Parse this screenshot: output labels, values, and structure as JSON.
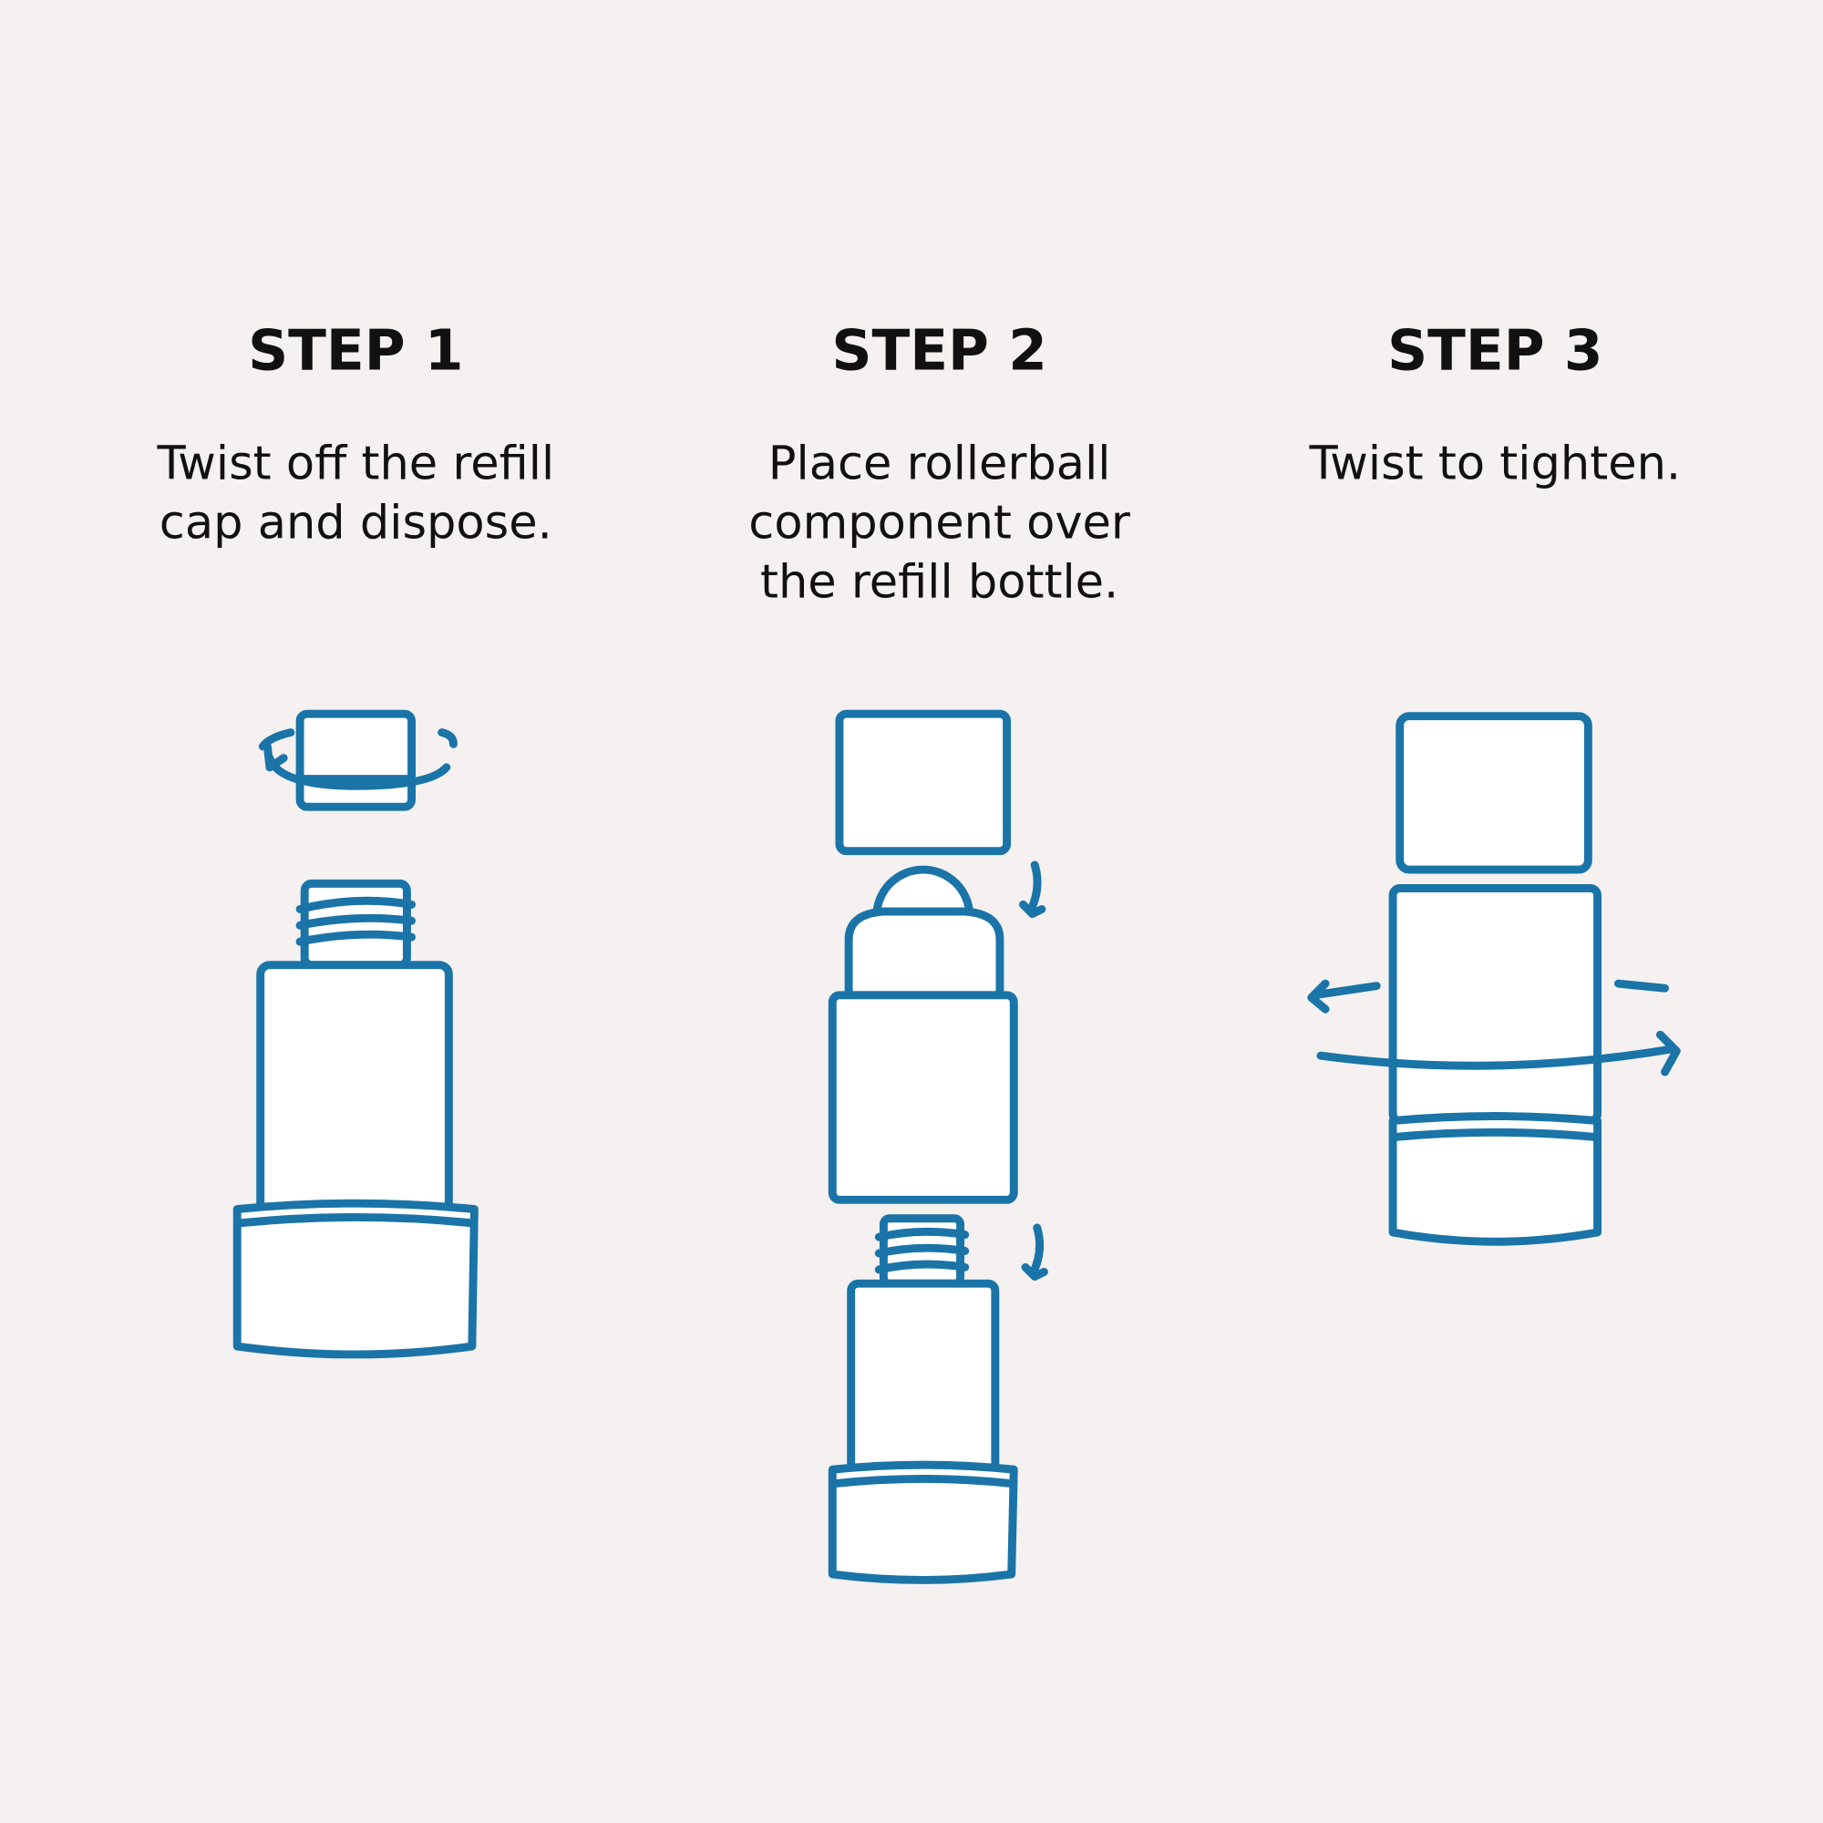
{
  "steps": [
    {
      "title": "STEP 1",
      "lines": [
        "Twist off the refill",
        "cap and dispose."
      ]
    },
    {
      "title": "STEP 2",
      "lines": [
        "Place rollerball",
        "component over",
        "the refill bottle."
      ]
    },
    {
      "title": "STEP 3",
      "lines": [
        "Twist to tighten."
      ]
    }
  ],
  "colors": {
    "background": "#f4f1f0",
    "accent": "#1a74a8",
    "text": "#111111"
  }
}
